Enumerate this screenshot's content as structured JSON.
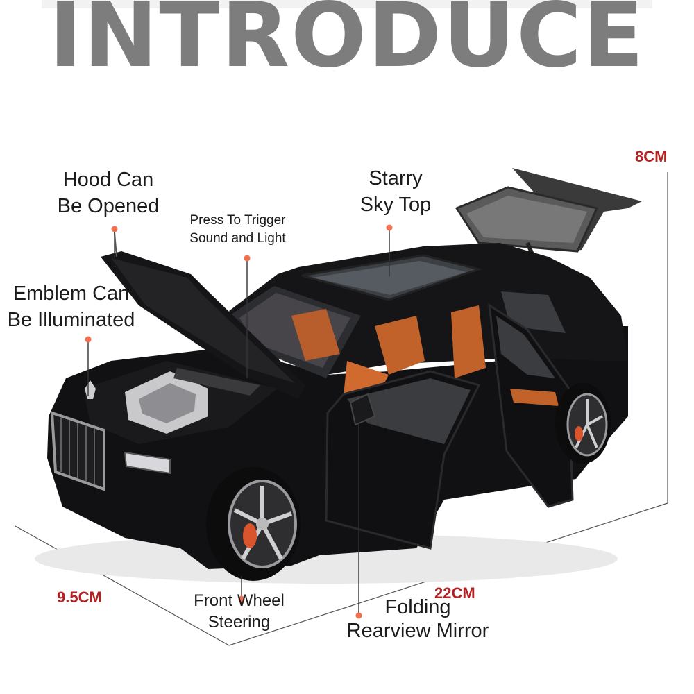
{
  "title": "INTRODUCE",
  "callouts": {
    "hood": [
      "Hood Can",
      "Be Opened"
    ],
    "starry_sky": [
      "Starry",
      "Sky Top"
    ],
    "press_trigger": [
      "Press To Trigger",
      "Sound and Light"
    ],
    "emblem": [
      "Emblem Can",
      "Be Illuminated"
    ],
    "front_wheel": [
      "Front Wheel",
      "Steering"
    ],
    "folding_mirror": [
      "Folding",
      "Rearview Mirror"
    ]
  },
  "dimensions": {
    "height": "8CM",
    "width": "9.5CM",
    "length": "22CM"
  },
  "colors": {
    "title": "#7d7d7d",
    "dimension_text": "#b22222",
    "marker_dot": "#f07050",
    "car_body": "#0f0f10",
    "interior": "#c0622a"
  }
}
